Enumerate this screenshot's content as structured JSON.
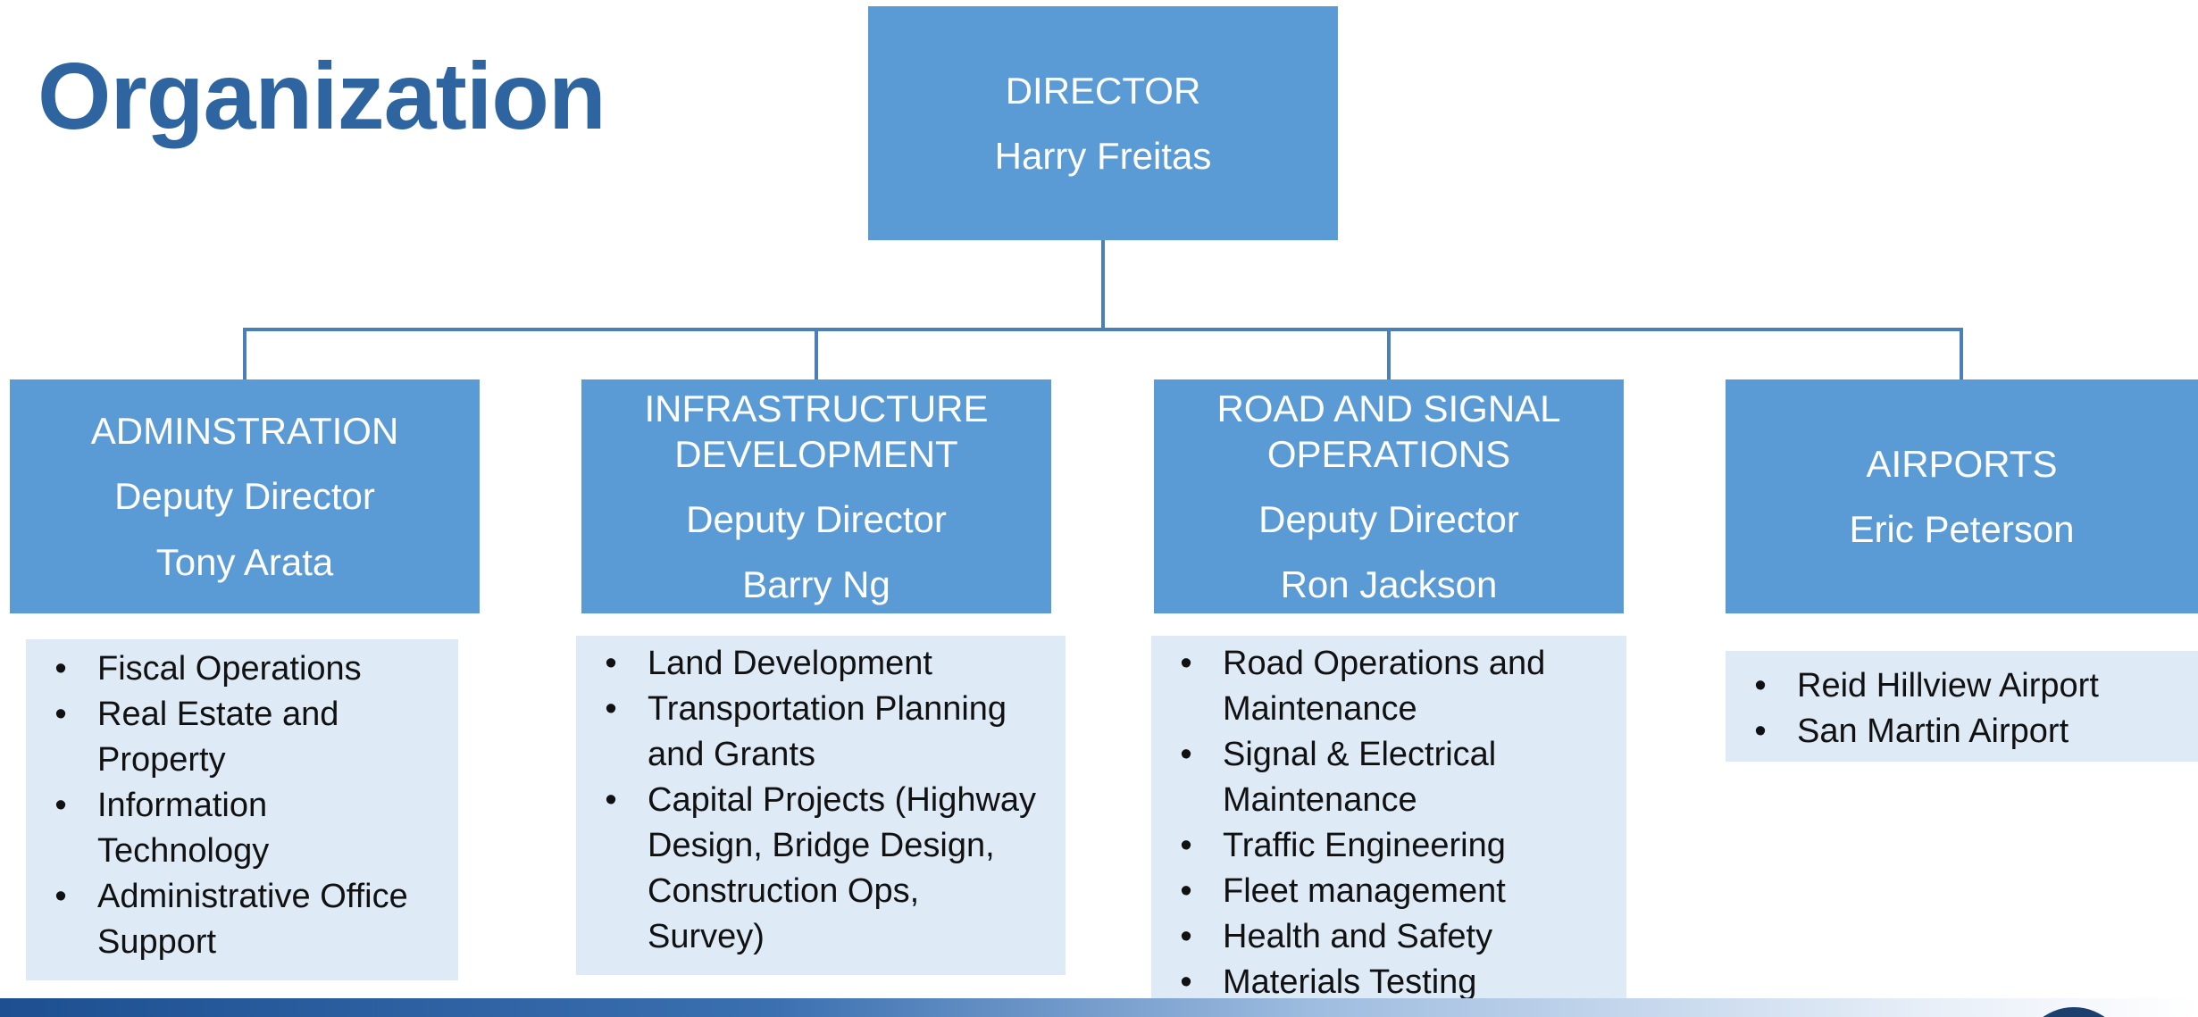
{
  "title": "Organization",
  "director": {
    "role": "DIRECTOR",
    "name": "Harry Freitas"
  },
  "divisions": [
    {
      "title_lines": [
        "ADMINSTRATION"
      ],
      "role": "Deputy Director",
      "name": "Tony Arata",
      "items": [
        [
          "Fiscal Operations"
        ],
        [
          "Real Estate and",
          "Property"
        ],
        [
          "Information",
          "Technology"
        ],
        [
          "Administrative Office",
          "Support"
        ]
      ]
    },
    {
      "title_lines": [
        "INFRASTRUCTURE",
        "DEVELOPMENT"
      ],
      "role": "Deputy Director",
      "name": "Barry Ng",
      "items": [
        [
          "Land Development"
        ],
        [
          "Transportation Planning",
          "and Grants"
        ],
        [
          "Capital Projects (Highway",
          "Design, Bridge Design,",
          "Construction Ops,",
          "Survey)"
        ]
      ]
    },
    {
      "title_lines": [
        "ROAD AND SIGNAL",
        "OPERATIONS"
      ],
      "role": "Deputy Director",
      "name": "Ron Jackson",
      "items": [
        [
          "Road Operations and",
          "Maintenance"
        ],
        [
          "Signal & Electrical",
          "Maintenance"
        ],
        [
          "Traffic Engineering"
        ],
        [
          "Fleet management"
        ],
        [
          "Health and Safety"
        ],
        [
          "Materials Testing"
        ]
      ]
    },
    {
      "title_lines": [
        "AIRPORTS"
      ],
      "role": "",
      "name": "Eric Peterson",
      "items": [
        [
          "Reid Hillview Airport"
        ],
        [
          "San Martin Airport"
        ]
      ]
    }
  ],
  "bullet_char": "•",
  "colors": {
    "title": "#2e64a0",
    "box_fill": "#5b9bd5",
    "box_text": "#ffffff",
    "panel_fill": "#deeaf6",
    "connector": "#4a7fb8"
  }
}
